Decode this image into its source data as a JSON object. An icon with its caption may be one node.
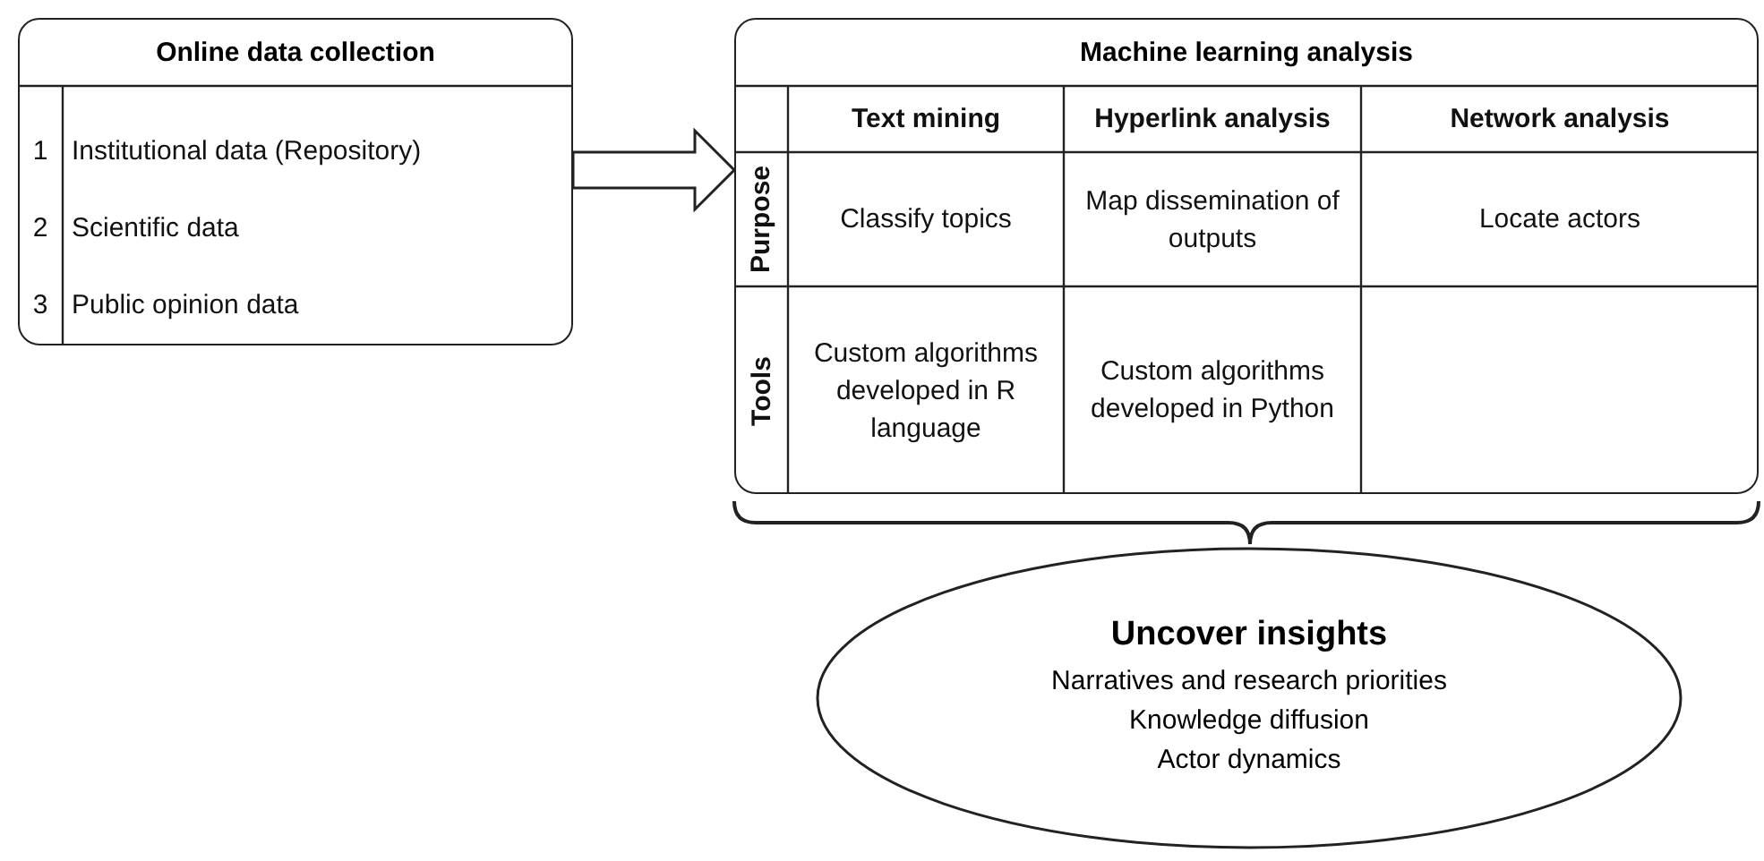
{
  "diagram": {
    "nodes": [
      {
        "text": [
          "Online data collection"
        ]
      },
      {
        "text": [
          "Machine learning analysis"
        ]
      },
      {
        "text": [
          "Uncover insights",
          "Narratives and research priorities",
          "Knowledge diffusion",
          "Actor dynamics"
        ]
      }
    ],
    "edges": [
      {
        "from": 0,
        "to": 1,
        "arrow": "to"
      }
    ],
    "labels": [
      "1",
      "Institutional data (Repository)",
      "2",
      "Scientific data",
      "3",
      "Public opinion data",
      "Text mining",
      "Hyperlink analysis",
      "Network analysis",
      "Purpose",
      "Classify topics",
      "Map dissemination of outputs",
      "Locate actors",
      "Tools",
      "Custom algorithms developed in R language",
      "Custom algorithms developed in Python"
    ]
  }
}
